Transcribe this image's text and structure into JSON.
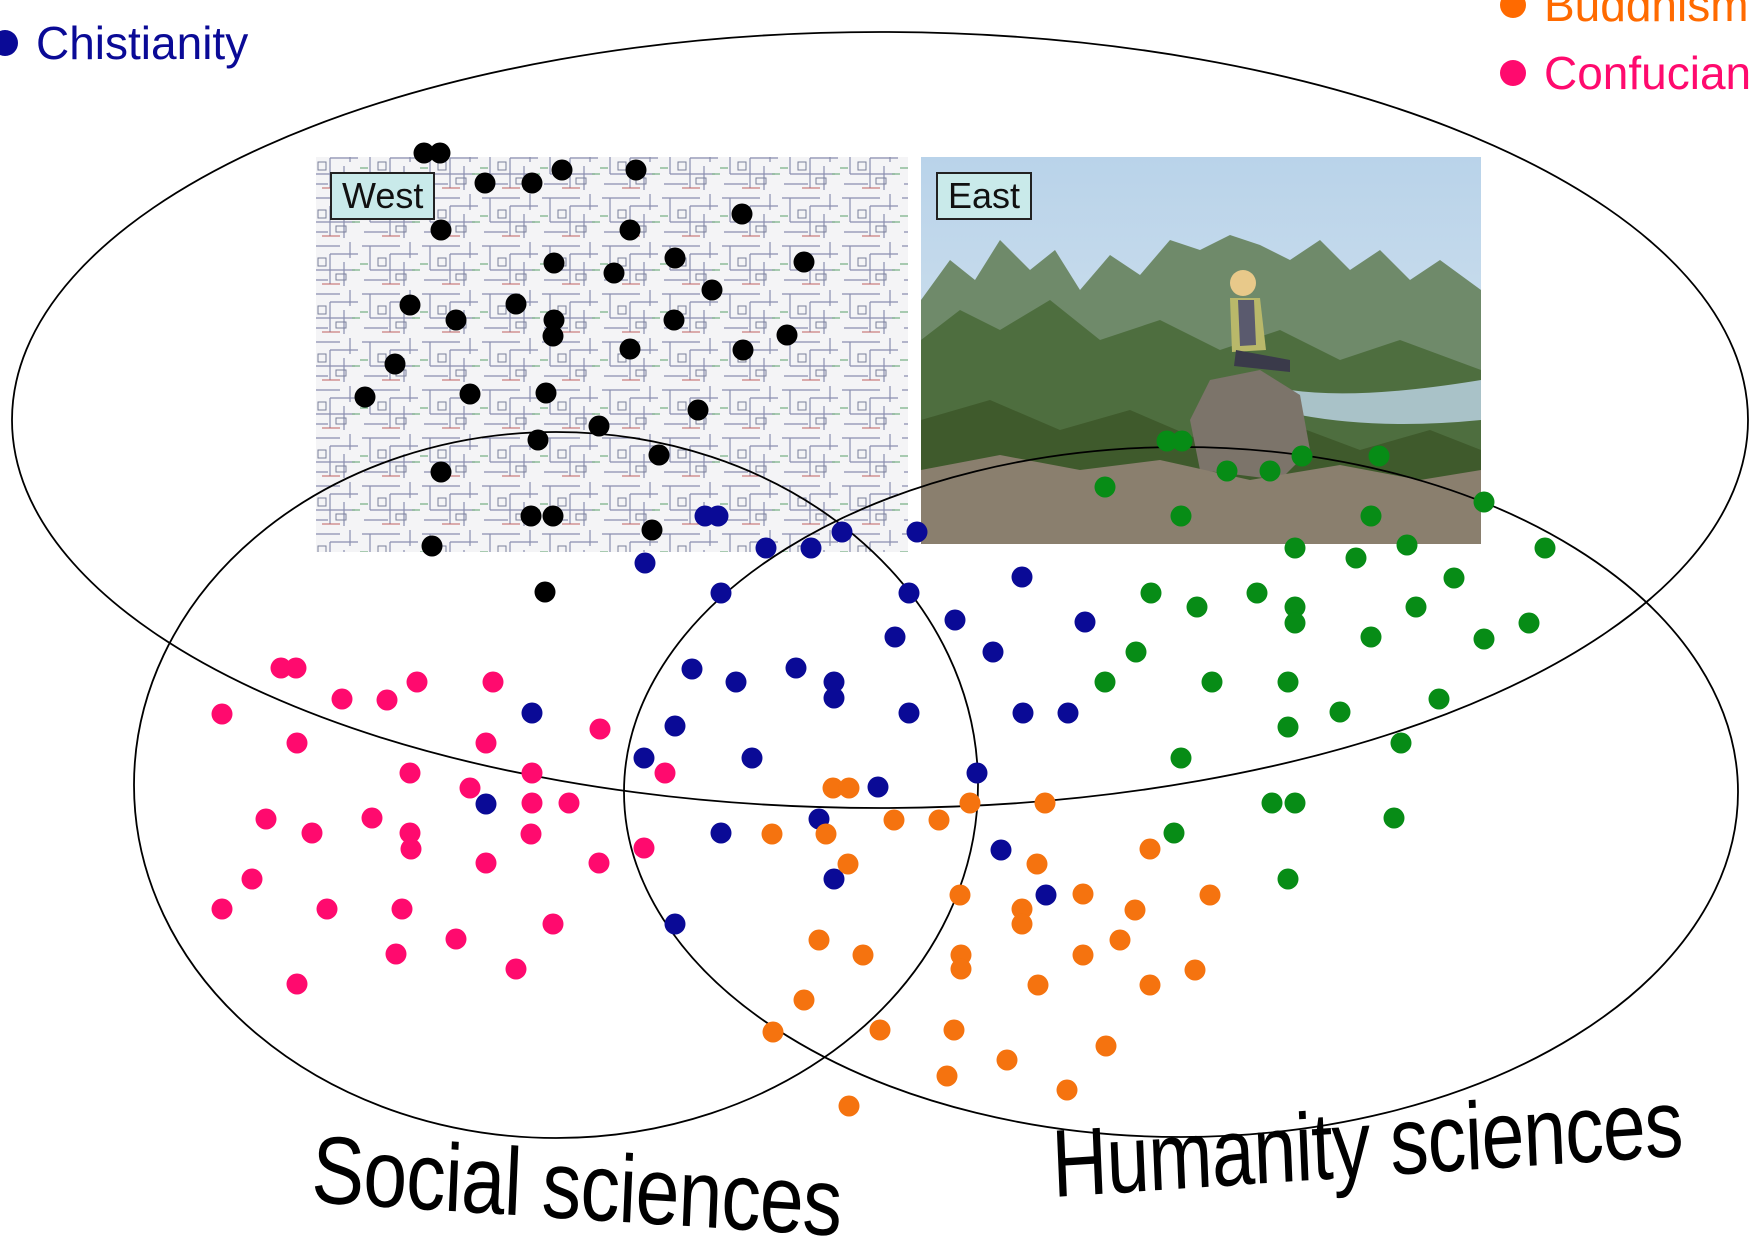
{
  "legend": {
    "christianity": {
      "label": "Chistianity",
      "color": "#0a0a96"
    },
    "buddhism": {
      "label": "Buddhism",
      "color": "#ff6a00"
    },
    "confucianism": {
      "label": "Confucian",
      "color": "#ff0a6e"
    }
  },
  "panels": {
    "west": {
      "label": "West"
    },
    "east": {
      "label": "East"
    }
  },
  "circles": {
    "social": {
      "label": "Social sciences"
    },
    "humanity": {
      "label": "Humanity sciences"
    }
  },
  "colors": {
    "black": "#000000",
    "blue": "#0a0a96",
    "green": "#078c16",
    "orange": "#f5730f",
    "pink": "#ff0a6e"
  }
}
